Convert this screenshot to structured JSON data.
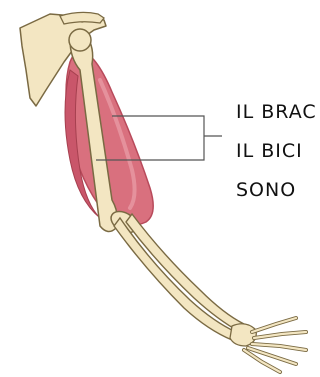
{
  "labels": {
    "line1": "IL BRAC",
    "line2": "IL BICI",
    "line3": "SONO"
  },
  "colors": {
    "bone": "#f3e6c2",
    "bone_outline": "#7a6a43",
    "muscle": "#d9707e",
    "muscle_dark": "#b84a5b",
    "leader_line": "#555555",
    "text": "#111111"
  }
}
